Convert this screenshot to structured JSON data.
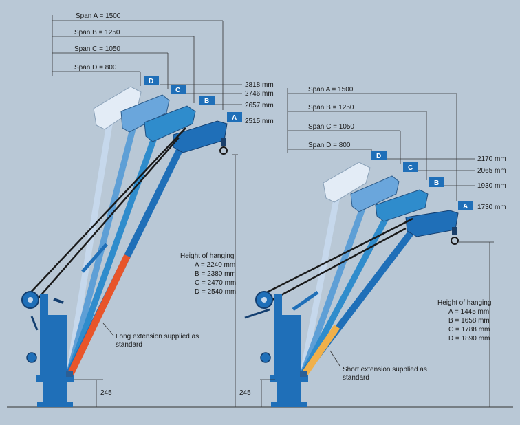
{
  "left": {
    "spans": [
      "Span A = 1500",
      "Span B = 1250",
      "Span C = 1050",
      "Span D = 800"
    ],
    "heights": [
      "2818 mm",
      "2746 mm",
      "2657 mm",
      "2515 mm"
    ],
    "tags": [
      "D",
      "C",
      "B",
      "A"
    ],
    "hanging": [
      "Height of hanging",
      "A = 2240 mm",
      "B = 2380 mm",
      "C = 2470 mm",
      "D = 2540 mm"
    ],
    "note": [
      "Long extension supplied as",
      "standard"
    ],
    "base": "245",
    "base2": "245"
  },
  "right": {
    "spans": [
      "Span A = 1500",
      "Span B = 1250",
      "Span C = 1050",
      "Span D = 800"
    ],
    "heights": [
      "2170 mm",
      "2065 mm",
      "1930 mm",
      "1730 mm"
    ],
    "tags": [
      "D",
      "C",
      "B",
      "A"
    ],
    "hanging": [
      "Height of hanging",
      "A = 1445 mm",
      "B = 1658 mm",
      "C = 1788 mm",
      "D = 1890 mm"
    ],
    "note": [
      "Short extension supplied as",
      "standard"
    ]
  },
  "colors": {
    "boomA": "#1f6fb8",
    "boomB": "#2f8ccc",
    "boomC": "#5e9fd6",
    "boomD": "#c6d8ec",
    "extLong": "#e8552a",
    "extShort": "#f0b04a",
    "tag": "#1f6fb8"
  }
}
